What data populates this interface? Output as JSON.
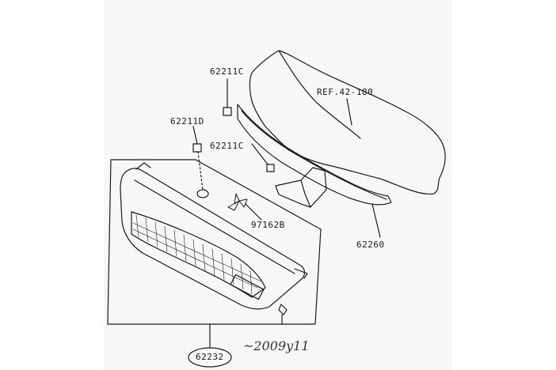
{
  "diagram": {
    "part_labels": {
      "clip_upper": "62211C",
      "clip_left": "62211D",
      "clip_lower": "62211C",
      "hood_ref": "REF.42-180",
      "emblem": "97162B",
      "bracket": "62260",
      "grille": "62232"
    },
    "handwritten_note": "~2009y11"
  },
  "colors": {
    "paper": "#f7f7f5",
    "ink": "#1a1a1a",
    "page_bg": "#ffffff"
  }
}
